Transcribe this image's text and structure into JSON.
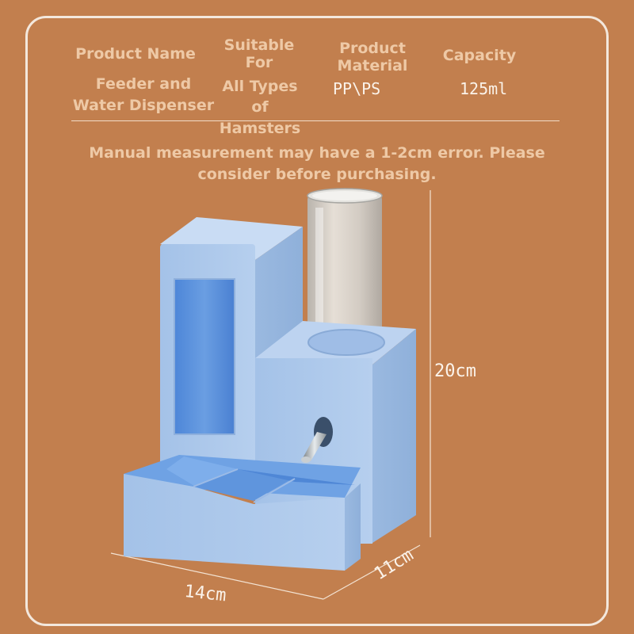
{
  "table": {
    "headers": {
      "name": "Product Name",
      "suitable_line1": "Suitable",
      "suitable_line2": "For",
      "material_line1": "Product",
      "material_line2": "Material",
      "capacity": "Capacity"
    },
    "values": {
      "name_line1": "Feeder and",
      "name_line2": "Water Dispenser",
      "suitable_line1": "All Types",
      "suitable_line2": "of",
      "suitable_line3": "Hamsters",
      "material": "PP\\PS",
      "capacity": "125ml"
    }
  },
  "note": {
    "line1": "Manual measurement may have a 1-2cm error. Please",
    "line2": "consider before purchasing."
  },
  "dimensions": {
    "height": "20cm",
    "width": "14cm",
    "depth": "11cm"
  },
  "colors": {
    "background": "#c27f4e",
    "label_text": "#eec9a6",
    "frame": "#f3e8dd",
    "product_blue": "#a9c6ea"
  }
}
